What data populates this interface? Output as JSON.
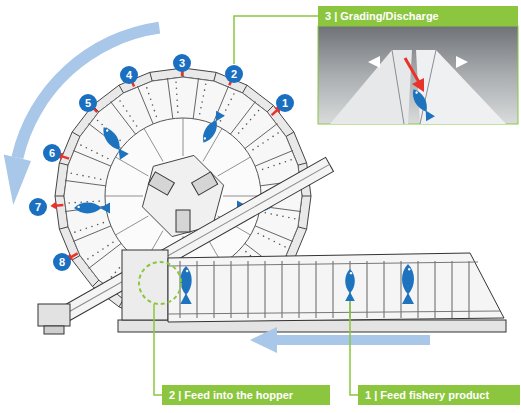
{
  "diagram": {
    "nodes": [
      {
        "text": [
          "3 | Grading/Discharge"
        ]
      },
      {
        "text": [
          "1"
        ]
      },
      {
        "text": [
          "2"
        ]
      },
      {
        "text": [
          "3"
        ]
      },
      {
        "text": [
          "4"
        ]
      },
      {
        "text": [
          "5"
        ]
      },
      {
        "text": [
          "6"
        ]
      },
      {
        "text": [
          "7"
        ]
      },
      {
        "text": [
          "8"
        ]
      },
      {
        "text": [
          "2 | Feed into the hopper"
        ]
      },
      {
        "text": [
          "1 | Feed fishery product"
        ]
      }
    ]
  }
}
